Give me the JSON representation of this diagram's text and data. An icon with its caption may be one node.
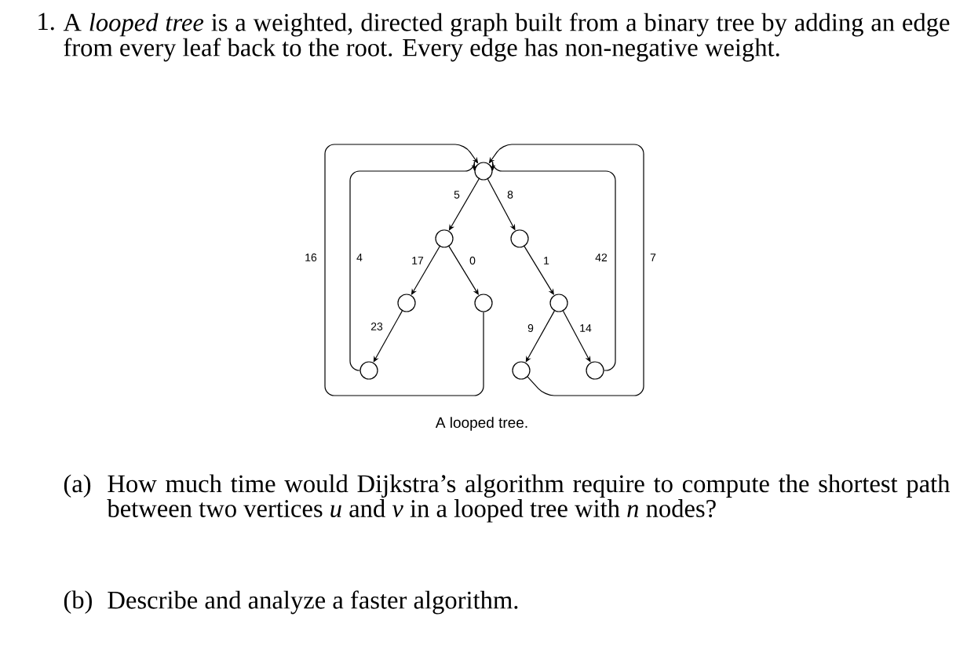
{
  "diagram": {
    "caption": "A looped tree.",
    "nodes": [
      {
        "text": [],
        "shape": "circle"
      },
      {
        "text": [],
        "shape": "circle"
      },
      {
        "text": [],
        "shape": "circle"
      },
      {
        "text": [],
        "shape": "circle"
      },
      {
        "text": [],
        "shape": "circle"
      },
      {
        "text": [],
        "shape": "circle"
      },
      {
        "text": [],
        "shape": "circle"
      },
      {
        "text": [],
        "shape": "circle"
      },
      {
        "text": [],
        "shape": "circle"
      }
    ],
    "edges": [
      {
        "from": 0,
        "to": 1,
        "arrow": "to",
        "label": "5"
      },
      {
        "from": 0,
        "to": 2,
        "arrow": "to",
        "label": "8"
      },
      {
        "from": 1,
        "to": 3,
        "arrow": "to",
        "label": "17"
      },
      {
        "from": 1,
        "to": 4,
        "arrow": "to",
        "label": "0"
      },
      {
        "from": 2,
        "to": 5,
        "arrow": "to",
        "label": "1"
      },
      {
        "from": 3,
        "to": 6,
        "arrow": "to",
        "label": "23"
      },
      {
        "from": 5,
        "to": 7,
        "arrow": "to",
        "label": "9"
      },
      {
        "from": 5,
        "to": 8,
        "arrow": "to",
        "label": "14"
      },
      {
        "from": 4,
        "to": 0,
        "arrow": "to",
        "label": "16"
      },
      {
        "from": 6,
        "to": 0,
        "arrow": "to",
        "label": "4"
      },
      {
        "from": 8,
        "to": 0,
        "arrow": "to",
        "label": "42"
      },
      {
        "from": 7,
        "to": 0,
        "arrow": "to",
        "label": "7"
      }
    ],
    "labels": [
      "1.",
      "A *looped tree* is a weighted, directed graph built from a binary tree by adding an edge from every leaf back to the root. Every edge has non-negative weight.",
      "(a)",
      "How much time would Dijkstra’s algorithm require to compute the shortest path between two vertices *u* and *v* in a looped tree with *n* nodes?",
      "(b)",
      "Describe and analyze a faster algorithm."
    ]
  }
}
